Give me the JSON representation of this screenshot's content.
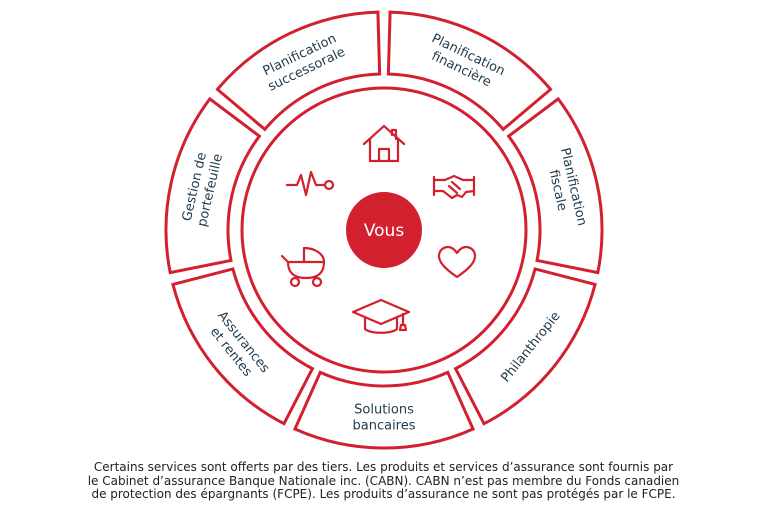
{
  "center": {
    "label": "Vous"
  },
  "segments": [
    {
      "lines": [
        "Planification",
        "financière"
      ]
    },
    {
      "lines": [
        "Planification",
        "fiscale"
      ]
    },
    {
      "lines": [
        "Philanthropie"
      ]
    },
    {
      "lines": [
        "Solutions",
        "bancaires"
      ]
    },
    {
      "lines": [
        "Assurances",
        "et rentes"
      ]
    },
    {
      "lines": [
        "Gestion de",
        "portefeuille"
      ]
    },
    {
      "lines": [
        "Planification",
        "successorale"
      ]
    }
  ],
  "icons": [
    "house-icon",
    "handshake-icon",
    "heart-icon",
    "graduation-cap-icon",
    "baby-stroller-icon",
    "heartbeat-icon"
  ],
  "footnote": {
    "line1": "Certains services sont offerts par des tiers. Les produits et services d’assurance sont fournis par",
    "line2": "le Cabinet d’assurance Banque Nationale inc. (CABN). CABN n’est pas membre du Fonds canadien",
    "line3": "de protection des épargnants (FCPE). Les produits d’assurance ne sont pas protégés par le FCPE."
  },
  "colors": {
    "accent": "#d3202f",
    "label_text": "#1f3a4d"
  }
}
